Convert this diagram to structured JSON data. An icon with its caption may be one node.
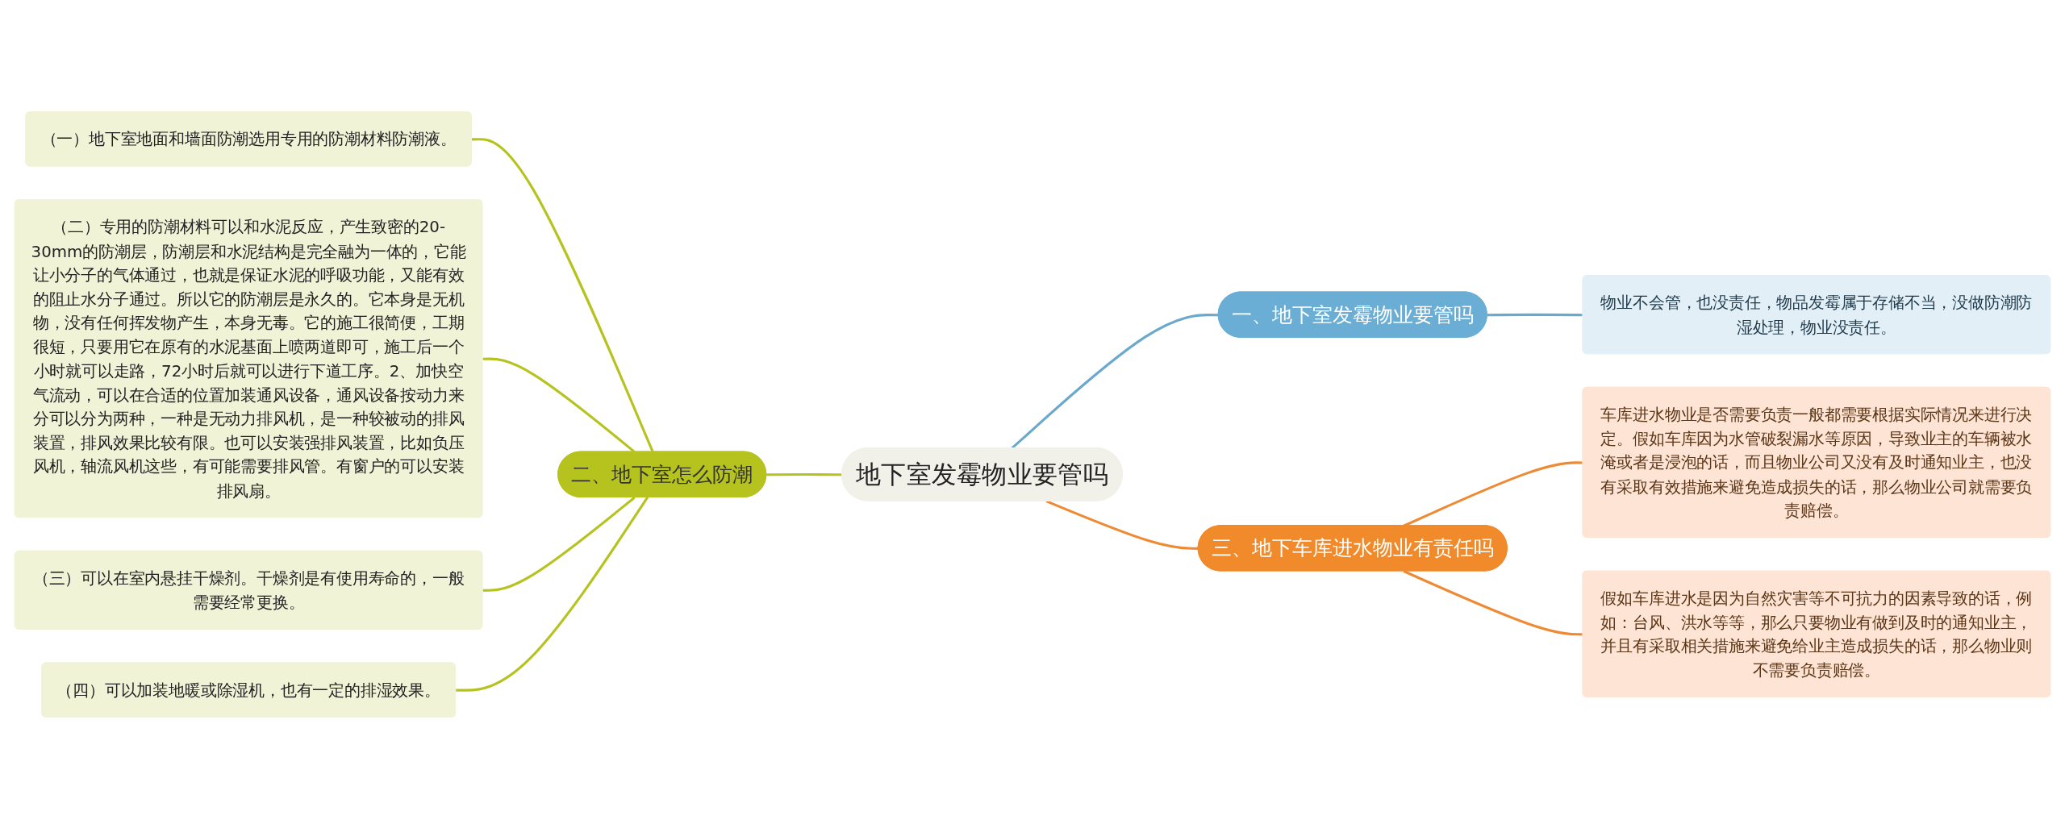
{
  "diagram": {
    "nodes": [
      {
        "text": [
          "地下室发霉物业要管吗"
        ]
      },
      {
        "text": [
          "二、地下室怎么防潮"
        ]
      },
      {
        "text": [
          "（一）地下室地面和墙面防潮选用专用的防潮材料防潮液。"
        ]
      },
      {
        "text": [
          "（二）专用的防潮材料可以和水泥反应，产生致密的20-30mm的防潮层，防潮层和水泥结构是完全融为一体的，它能让小分子的气体通过，也就是保证水泥的呼吸功能，又能有效的阻止水分子通过。所以它的防潮层是永久的。它本身是无机物，没有任何挥发物产生，本身无毒。它的施工很简便，工期很短，只要用它在原有的水泥基面上喷两道即可，施工后一个小时就可以走路，72小时后就可以进行下道工序。2、加快空气流动，可以在合适的位置加装通风设备，通风设备按动力来分可以分为两种，一种是无动力排风机，是一种较被动的排风装置，排风效果比较有限。也可以安装强排风装置，比如负压风机，轴流风机这些，有可能需要排风管。有窗户的可以安装排风扇。"
        ]
      },
      {
        "text": [
          "（三）可以在室内悬挂干燥剂。干燥剂是有使用寿命的，一般需要经常更换。"
        ]
      },
      {
        "text": [
          "（四）可以加装地暖或除湿机，也有一定的排湿效果。"
        ]
      },
      {
        "text": [
          "一、地下室发霉物业要管吗"
        ]
      },
      {
        "text": [
          "物业不会管，也没责任，物品发霉属于存储不当，没做防潮防湿处理，物业没责任。"
        ]
      },
      {
        "text": [
          "三、地下车库进水物业有责任吗"
        ]
      },
      {
        "text": [
          "车库进水物业是否需要负责一般都需要根据实际情况来进行决定。假如车库因为水管破裂漏水等原因，导致业主的车辆被水淹或者是浸泡的话，而且物业公司又没有及时通知业主，也没有采取有效措施来避免造成损失的话，那么物业公司就需要负责赔偿。"
        ]
      },
      {
        "text": [
          "假如车库进水是因为自然灾害等不可抗力的因素导致的话，例如：台风、洪水等等，那么只要物业有做到及时的通知业主，并且有采取相关措施来避免给业主造成损失的话，那么物业则不需要负责赔偿。"
        ]
      }
    ],
    "edges": [
      {
        "from": 0,
        "to": 1,
        "arrow": "none"
      },
      {
        "from": 1,
        "to": 2,
        "arrow": "none"
      },
      {
        "from": 1,
        "to": 3,
        "arrow": "none"
      },
      {
        "from": 1,
        "to": 4,
        "arrow": "none"
      },
      {
        "from": 1,
        "to": 5,
        "arrow": "none"
      },
      {
        "from": 0,
        "to": 6,
        "arrow": "none",
        "color": "#6aa8cc"
      },
      {
        "from": 6,
        "to": 7,
        "arrow": "none",
        "color": "#6aa8cc"
      },
      {
        "from": 0,
        "to": 8,
        "arrow": "none",
        "color": "#ee8a34"
      },
      {
        "from": 8,
        "to": 9,
        "arrow": "none",
        "color": "#ee8a34"
      },
      {
        "from": 8,
        "to": 10,
        "arrow": "none",
        "color": "#ee8a34"
      }
    ]
  }
}
